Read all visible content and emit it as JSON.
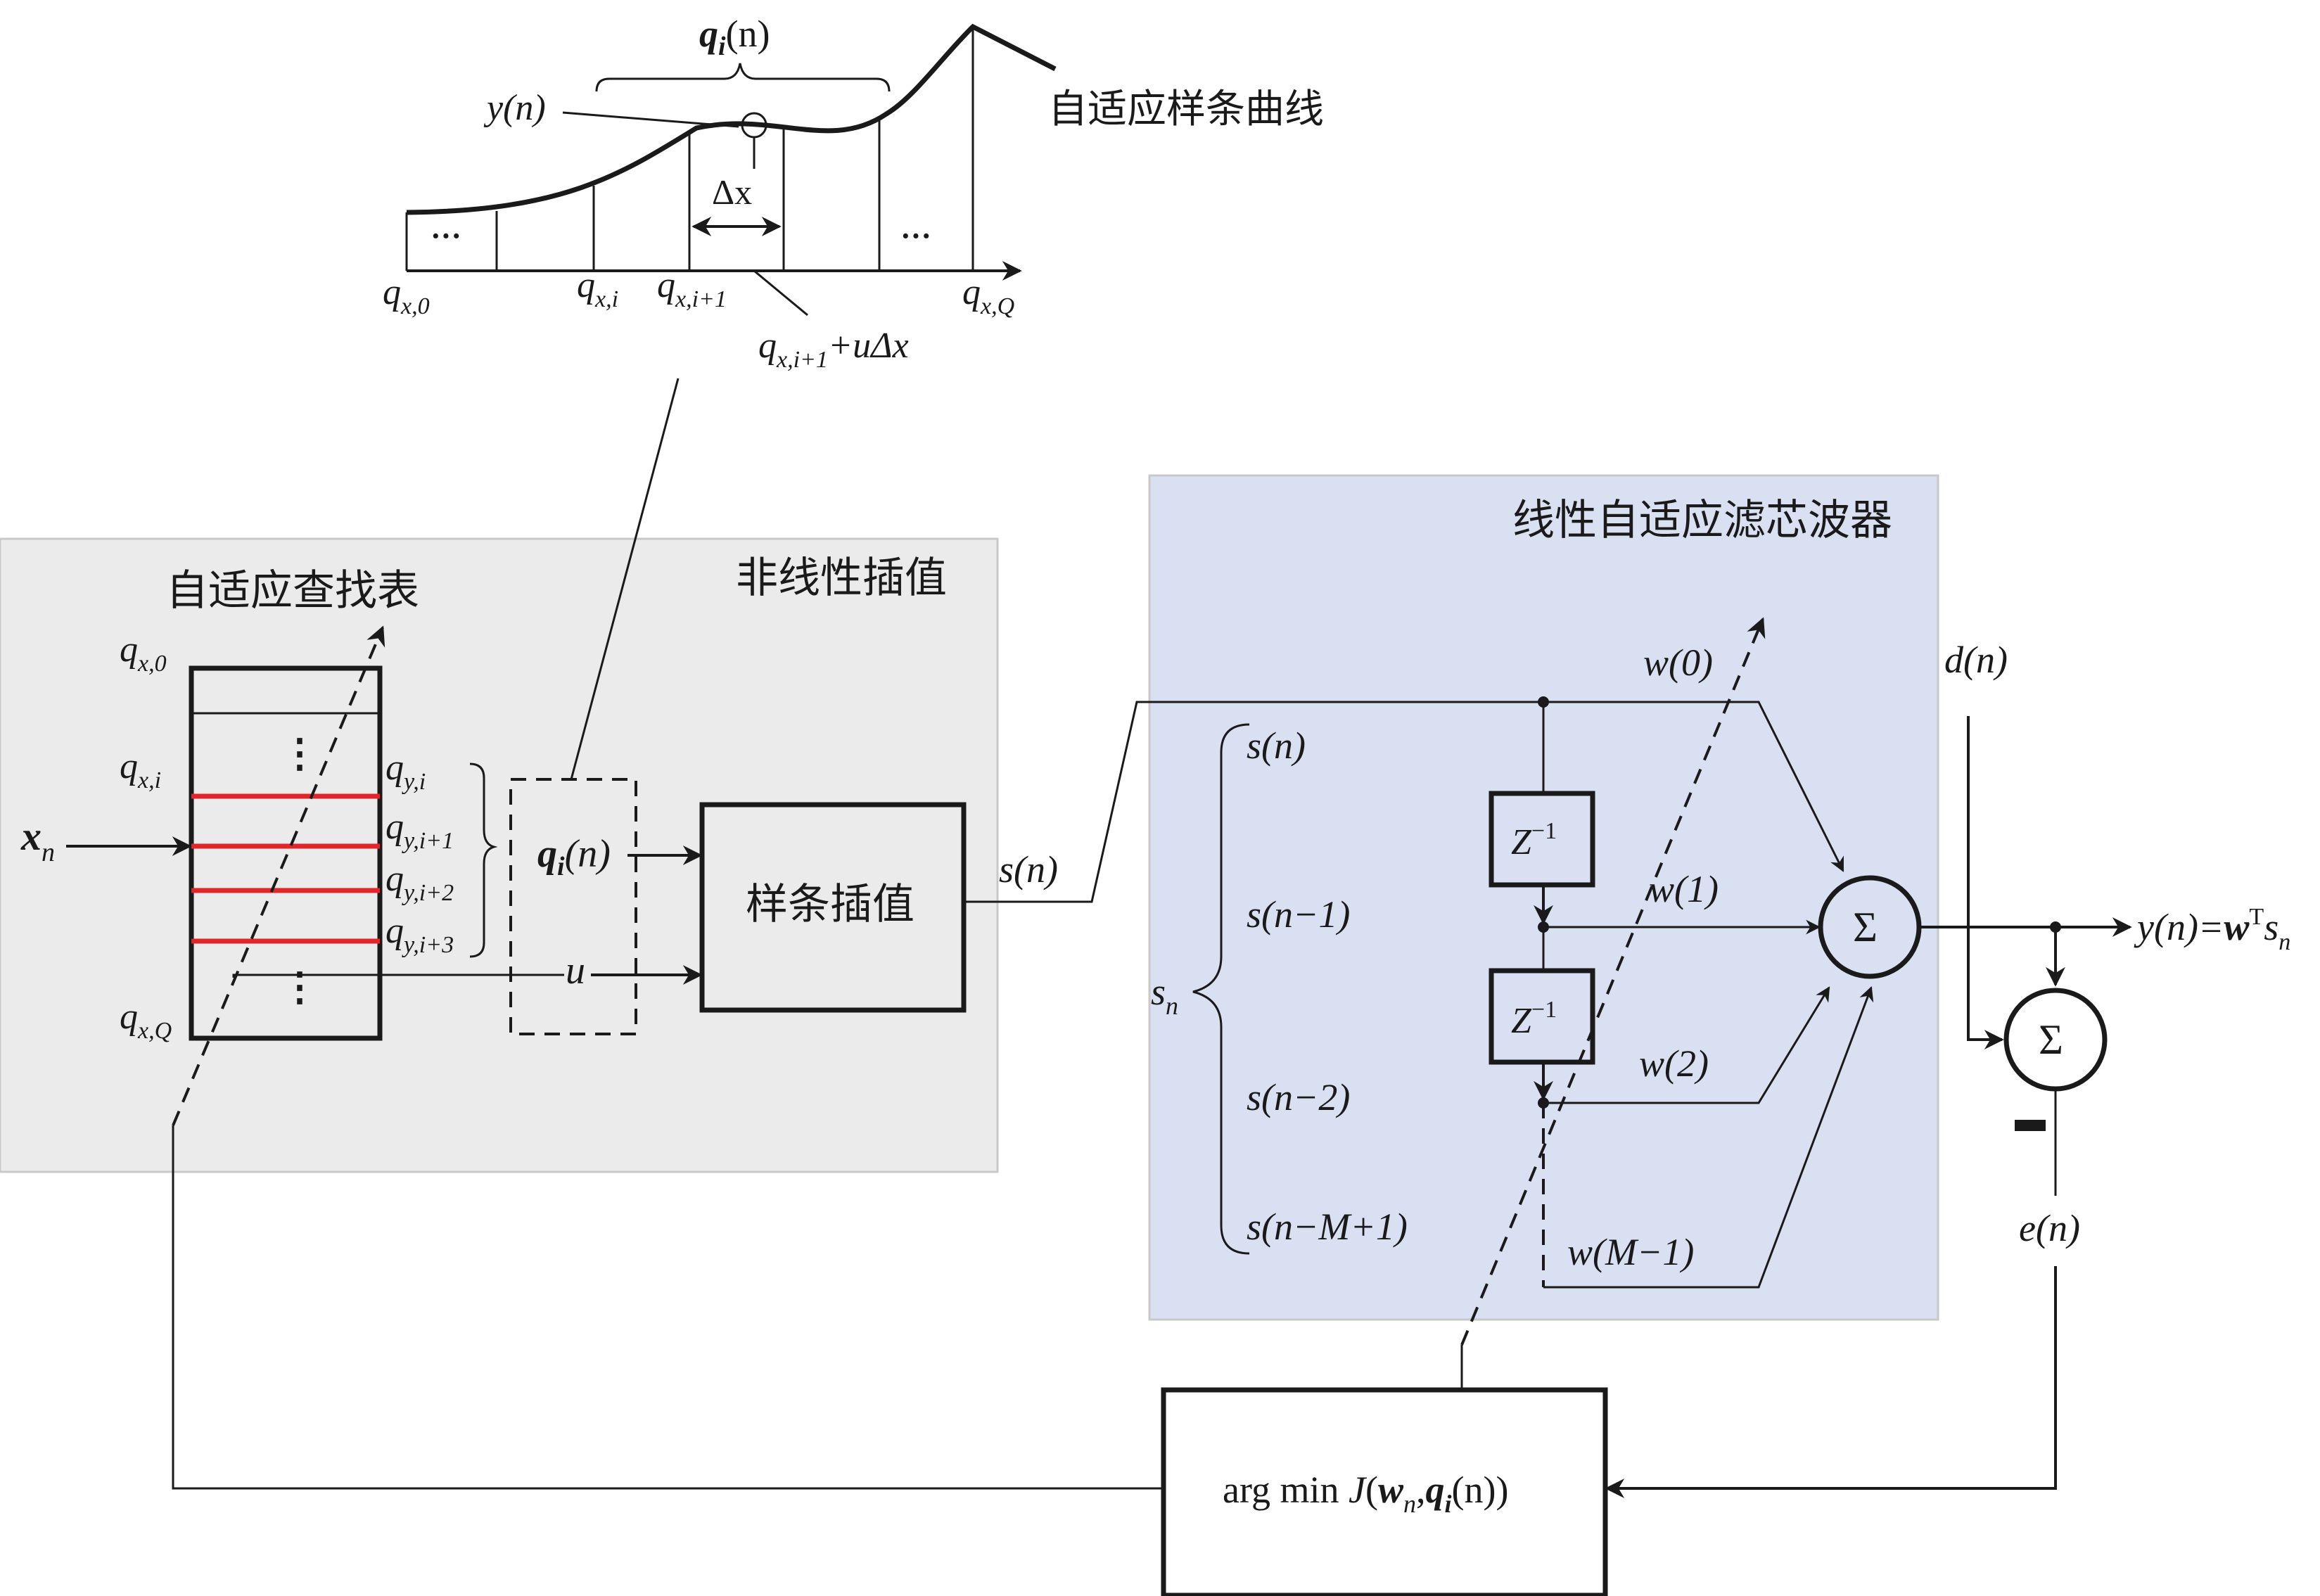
{
  "colors": {
    "lookup_region_bg": "#ebebeb",
    "filter_region_bg": "#d9e0f1",
    "region_border": "#c8c8c8",
    "highlight_lines": "#e0262b",
    "ink": "#1a1a1a"
  },
  "spline_inset": {
    "qi_label": "q",
    "qi_sub": "i",
    "qi_arg": "(n)",
    "y_label": "y(n)",
    "curve_title": "自适应样条曲线",
    "delta_x": "Δx",
    "dots_left": "···",
    "dots_right": "···",
    "axis_ticks": [
      {
        "q": "q",
        "sub": "x,0"
      },
      {
        "q": "q",
        "sub": "x,i"
      },
      {
        "q": "q",
        "sub": "x,i+1"
      },
      {
        "q": "q",
        "sub": "x,Q"
      }
    ],
    "interp_point": {
      "q": "q",
      "sub": "x,i+1",
      "tail": "+uΔx"
    }
  },
  "nonlinear_region": {
    "title": "非线性插值",
    "lut_title": "自适应查找表",
    "left_labels": [
      {
        "q": "q",
        "sub": "x,0"
      },
      {
        "q": "q",
        "sub": "x,i"
      },
      {
        "q": "q",
        "sub": "x,Q"
      }
    ],
    "right_labels": [
      {
        "q": "q",
        "sub": "y,i"
      },
      {
        "q": "q",
        "sub": "y,i+1"
      },
      {
        "q": "q",
        "sub": "y,i+2"
      },
      {
        "q": "q",
        "sub": "y,i+3"
      }
    ],
    "input": {
      "x": "x",
      "sub": "n"
    },
    "dots_top": "⋮",
    "dots_bottom": "⋮",
    "qi_out": {
      "q": "q",
      "sub": "i",
      "arg": "(n)"
    },
    "u_out": "u",
    "spline_block": "样条插值",
    "s_out": "s(n)"
  },
  "filter_region": {
    "title": "线性自适应滤芯波器",
    "taps": [
      "s(n)",
      "s(n−1)",
      "s(n−2)",
      "s(n−M+1)"
    ],
    "sn": {
      "s": "s",
      "sub": "n"
    },
    "delays": [
      {
        "z": "Z",
        "sup": "−1"
      },
      {
        "z": "Z",
        "sup": "−1"
      }
    ],
    "weights": [
      "w(0)",
      "w(1)",
      "w(2)",
      "w(M−1)"
    ],
    "sum_symbol": "Σ"
  },
  "output_side": {
    "desired": "d(n)",
    "output": {
      "pre": "y(n)=",
      "w": "w",
      "sup": "T",
      "s": "s",
      "sub": "n"
    },
    "sum_symbol": "Σ",
    "error": "e(n)"
  },
  "optimizer": {
    "pre": "arg min ",
    "J": "J",
    "open": "(",
    "w": "w",
    "wsub": "n",
    "comma": ",",
    "q": "q",
    "qsub": "i",
    "tail": "(n))"
  }
}
